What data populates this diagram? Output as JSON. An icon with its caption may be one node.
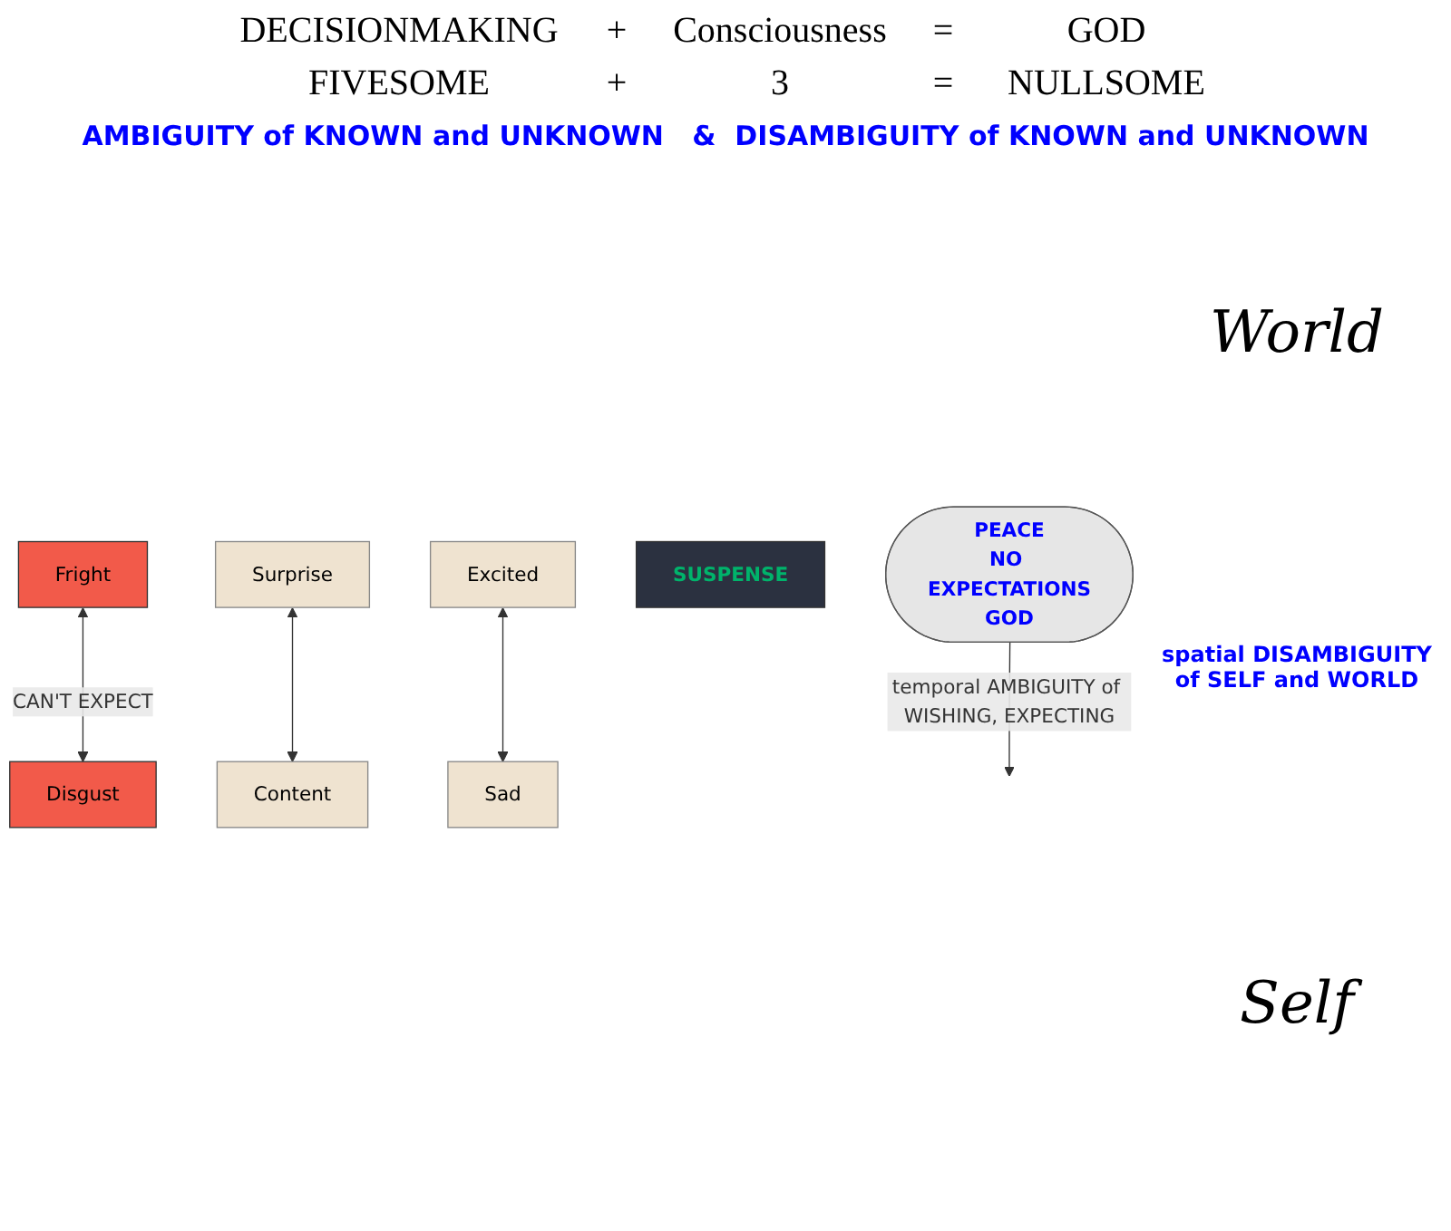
{
  "diagram": {
    "nodes": [
      {
        "text": [
          "Fright"
        ]
      },
      {
        "text": [
          "Surprise"
        ]
      },
      {
        "text": [
          "Excited"
        ]
      },
      {
        "text": [
          "SUSPENSE"
        ]
      },
      {
        "text": [
          "PEACE",
          "NO EXPECTATIONS",
          "GOD"
        ]
      },
      {
        "text": [
          "Disgust"
        ]
      },
      {
        "text": [
          "Sad"
        ]
      },
      {
        "text": [
          "Content"
        ]
      }
    ],
    "edges": [
      {
        "from": 0,
        "to": 5,
        "arrow": "both",
        "label": "CAN'T EXPECT"
      },
      {
        "from": 4,
        "to": null,
        "arrow": "to",
        "label": "temporal AMBIGUITY of WISHING, EXPECTING"
      },
      {
        "from": 1,
        "to": 7,
        "arrow": "both"
      },
      {
        "from": 2,
        "to": 6,
        "arrow": "both"
      }
    ],
    "labels": [
      "DECISIONMAKING",
      "+",
      "Consciousness",
      "=",
      "GOD",
      "FIVESOME",
      "+",
      "3",
      "=",
      "NULLSOME",
      "AMBIGUITY of KNOWN and UNKNOWN   &  DISAMBIGUITY of KNOWN and UNKNOWN",
      "World",
      "spatial DISAMBIGUITY of SELF and WORLD",
      "Self"
    ]
  }
}
